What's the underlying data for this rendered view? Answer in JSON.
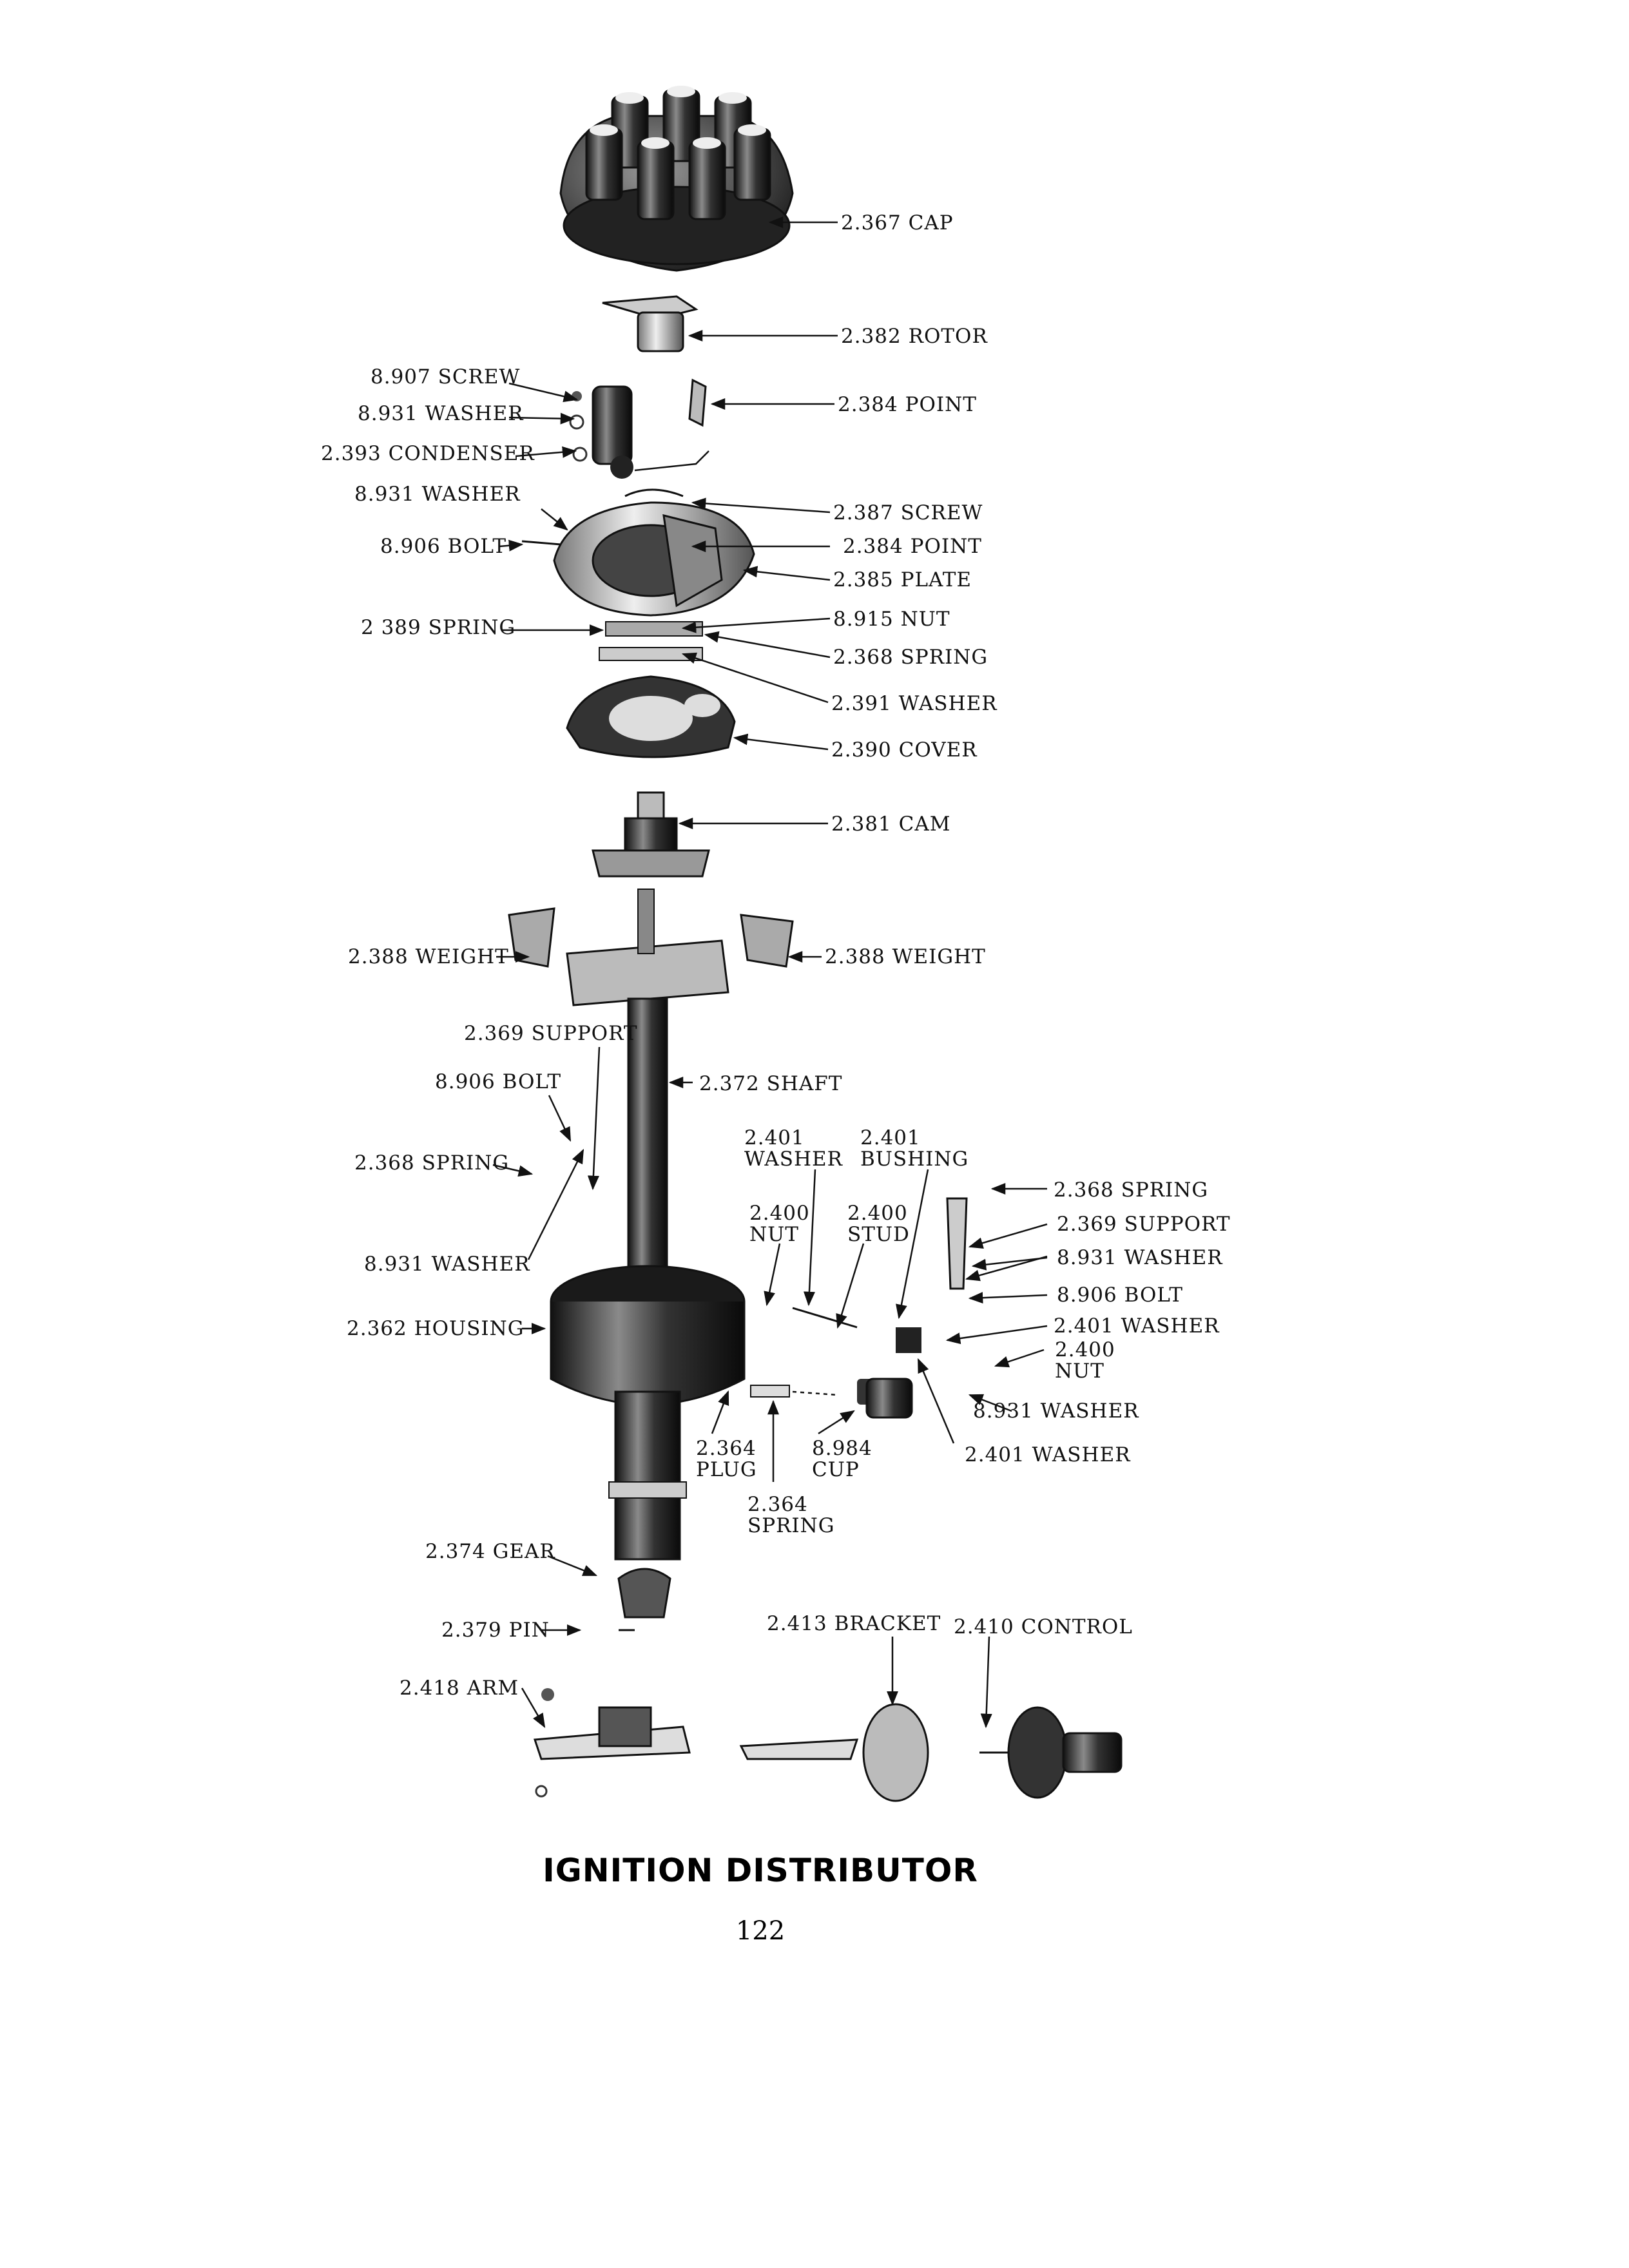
{
  "title": "IGNITION DISTRIBUTOR",
  "page_number": "122",
  "labels": [
    {
      "id": "cap",
      "lines": [
        "2.367 CAP"
      ]
    },
    {
      "id": "rotor",
      "lines": [
        "2.382 ROTOR"
      ]
    },
    {
      "id": "screw-8907",
      "lines": [
        "8.907 SCREW"
      ]
    },
    {
      "id": "washer-8931-a",
      "lines": [
        "8.931 WASHER"
      ]
    },
    {
      "id": "point-2384-a",
      "lines": [
        "2.384 POINT"
      ]
    },
    {
      "id": "condenser",
      "lines": [
        "2.393 CONDENSER"
      ]
    },
    {
      "id": "washer-8931-b",
      "lines": [
        "8.931 WASHER"
      ]
    },
    {
      "id": "screw-2387",
      "lines": [
        "2.387 SCREW"
      ]
    },
    {
      "id": "bolt-8906-a",
      "lines": [
        "8.906 BOLT"
      ]
    },
    {
      "id": "point-2384-b",
      "lines": [
        "2.384 POINT"
      ]
    },
    {
      "id": "plate",
      "lines": [
        "2.385 PLATE"
      ]
    },
    {
      "id": "spring-2389",
      "lines": [
        "2 389 SPRING"
      ]
    },
    {
      "id": "nut-8915",
      "lines": [
        "8.915 NUT"
      ]
    },
    {
      "id": "spring-2368-a",
      "lines": [
        "2.368 SPRING"
      ]
    },
    {
      "id": "washer-2391",
      "lines": [
        "2.391 WASHER"
      ]
    },
    {
      "id": "cover",
      "lines": [
        "2.390 COVER"
      ]
    },
    {
      "id": "cam",
      "lines": [
        "2.381 CAM"
      ]
    },
    {
      "id": "weight-left",
      "lines": [
        "2.388 WEIGHT"
      ]
    },
    {
      "id": "weight-right",
      "lines": [
        "2.388 WEIGHT"
      ]
    },
    {
      "id": "support-2369-a",
      "lines": [
        "2.369 SUPPORT"
      ]
    },
    {
      "id": "bolt-8906-b",
      "lines": [
        "8.906 BOLT"
      ]
    },
    {
      "id": "shaft",
      "lines": [
        "2.372 SHAFT"
      ]
    },
    {
      "id": "washer-2401-a",
      "lines": [
        "2.401",
        "WASHER"
      ]
    },
    {
      "id": "bushing",
      "lines": [
        "2.401",
        "BUSHING"
      ]
    },
    {
      "id": "spring-2368-b",
      "lines": [
        "2.368 SPRING"
      ]
    },
    {
      "id": "spring-2368-c",
      "lines": [
        "2.368 SPRING"
      ]
    },
    {
      "id": "nut-2400-a",
      "lines": [
        "2.400",
        "NUT"
      ]
    },
    {
      "id": "stud",
      "lines": [
        "2.400",
        "STUD"
      ]
    },
    {
      "id": "support-2369-b",
      "lines": [
        "2.369 SUPPORT"
      ]
    },
    {
      "id": "washer-8931-c",
      "lines": [
        "8.931 WASHER"
      ]
    },
    {
      "id": "washer-8931-d",
      "lines": [
        "8.931 WASHER"
      ]
    },
    {
      "id": "bolt-8906-c",
      "lines": [
        "8.906 BOLT"
      ]
    },
    {
      "id": "housing",
      "lines": [
        "2.362 HOUSING"
      ]
    },
    {
      "id": "washer-2401-b",
      "lines": [
        "2.401 WASHER"
      ]
    },
    {
      "id": "nut-2400-b",
      "lines": [
        "2.400",
        "NUT"
      ]
    },
    {
      "id": "washer-8931-e",
      "lines": [
        "8.931 WASHER"
      ]
    },
    {
      "id": "plug",
      "lines": [
        "2.364",
        "PLUG"
      ]
    },
    {
      "id": "cup",
      "lines": [
        "8.984",
        "CUP"
      ]
    },
    {
      "id": "washer-2401-c",
      "lines": [
        "2.401 WASHER"
      ]
    },
    {
      "id": "spring-2364",
      "lines": [
        "2.364",
        "SPRING"
      ]
    },
    {
      "id": "gear",
      "lines": [
        "2.374 GEAR"
      ]
    },
    {
      "id": "bracket",
      "lines": [
        "2.413 BRACKET"
      ]
    },
    {
      "id": "control",
      "lines": [
        "2.410 CONTROL"
      ]
    },
    {
      "id": "pin",
      "lines": [
        "2.379 PIN"
      ]
    },
    {
      "id": "arm",
      "lines": [
        "2.418 ARM"
      ]
    }
  ]
}
